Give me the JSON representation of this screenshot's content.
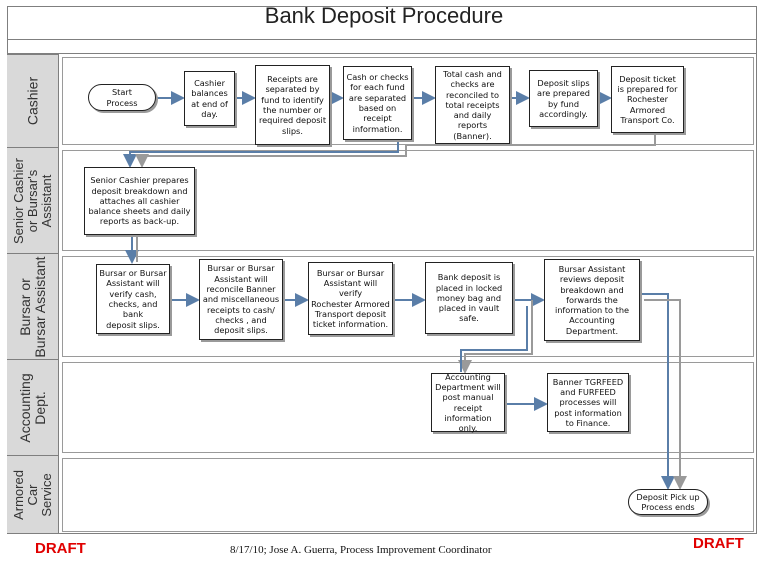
{
  "title": "Bank Deposit Procedure",
  "draft_label": "DRAFT",
  "footer": "8/17/10; Jose A. Guerra, Process Improvement Coordinator",
  "colors": {
    "draft": "#e00000",
    "lane_header": "#d9d9d9",
    "connector": "#5a7ea8"
  },
  "lanes": [
    {
      "label": "Cashier"
    },
    {
      "label": "Senior Cashier\nor Bursar's\nAssistant"
    },
    {
      "label": "Bursar or\nBursar Assistant"
    },
    {
      "label": "Accounting\nDept."
    },
    {
      "label": "Armored\nCar\nService"
    }
  ],
  "steps": {
    "start": "Start\nProcess",
    "cashier_balances": "Cashier\nbalances\nat end of\nday.",
    "receipts_separated": "Receipts are\nseparated by\nfund to identify\nthe number or\nrequired deposit\nslips.",
    "cash_checks_separated": "Cash or checks\nfor each fund\nare separated\nbased on\nreceipt\ninformation.",
    "total_reconciled": "Total cash and\nchecks are\nreconciled to\ntotal receipts\nand daily reports\n(Banner).",
    "deposit_slips": "Deposit slips\nare prepared\nby fund\naccordingly.",
    "deposit_ticket": "Deposit ticket\nis prepared for\nRochester\nArmored\nTransport Co.",
    "senior_breakdown": "Senior Cashier prepares\ndeposit breakdown and\nattaches all cashier\nbalance sheets and daily\nreports as back-up.",
    "verify_cash": "Bursar or Bursar\nAssistant will\nverify cash,\nchecks, and bank\ndeposit slips.",
    "reconcile_banner": "Bursar or Bursar\nAssistant will\nreconcile Banner\nand miscellaneous\nreceipts to cash/\nchecks , and\ndeposit slips.",
    "verify_ticket": "Bursar or Bursar\nAssistant will verify\nRochester Armored\nTransport deposit\nticket information.",
    "bank_deposit": "Bank deposit is\nplaced in locked\nmoney bag and\nplaced in vault\nsafe.",
    "reviews_forwards": "Bursar Assistant\nreviews deposit\nbreakdown and\nforwards the\ninformation to the\nAccounting\nDepartment.",
    "manual_post": "Accounting\nDepartment will\npost manual\nreceipt\ninformation only.",
    "banner_feed": "Banner TGRFEED\nand FURFEED\nprocesses will\npost information\nto Finance.",
    "end": "Deposit Pick up\nProcess ends"
  }
}
